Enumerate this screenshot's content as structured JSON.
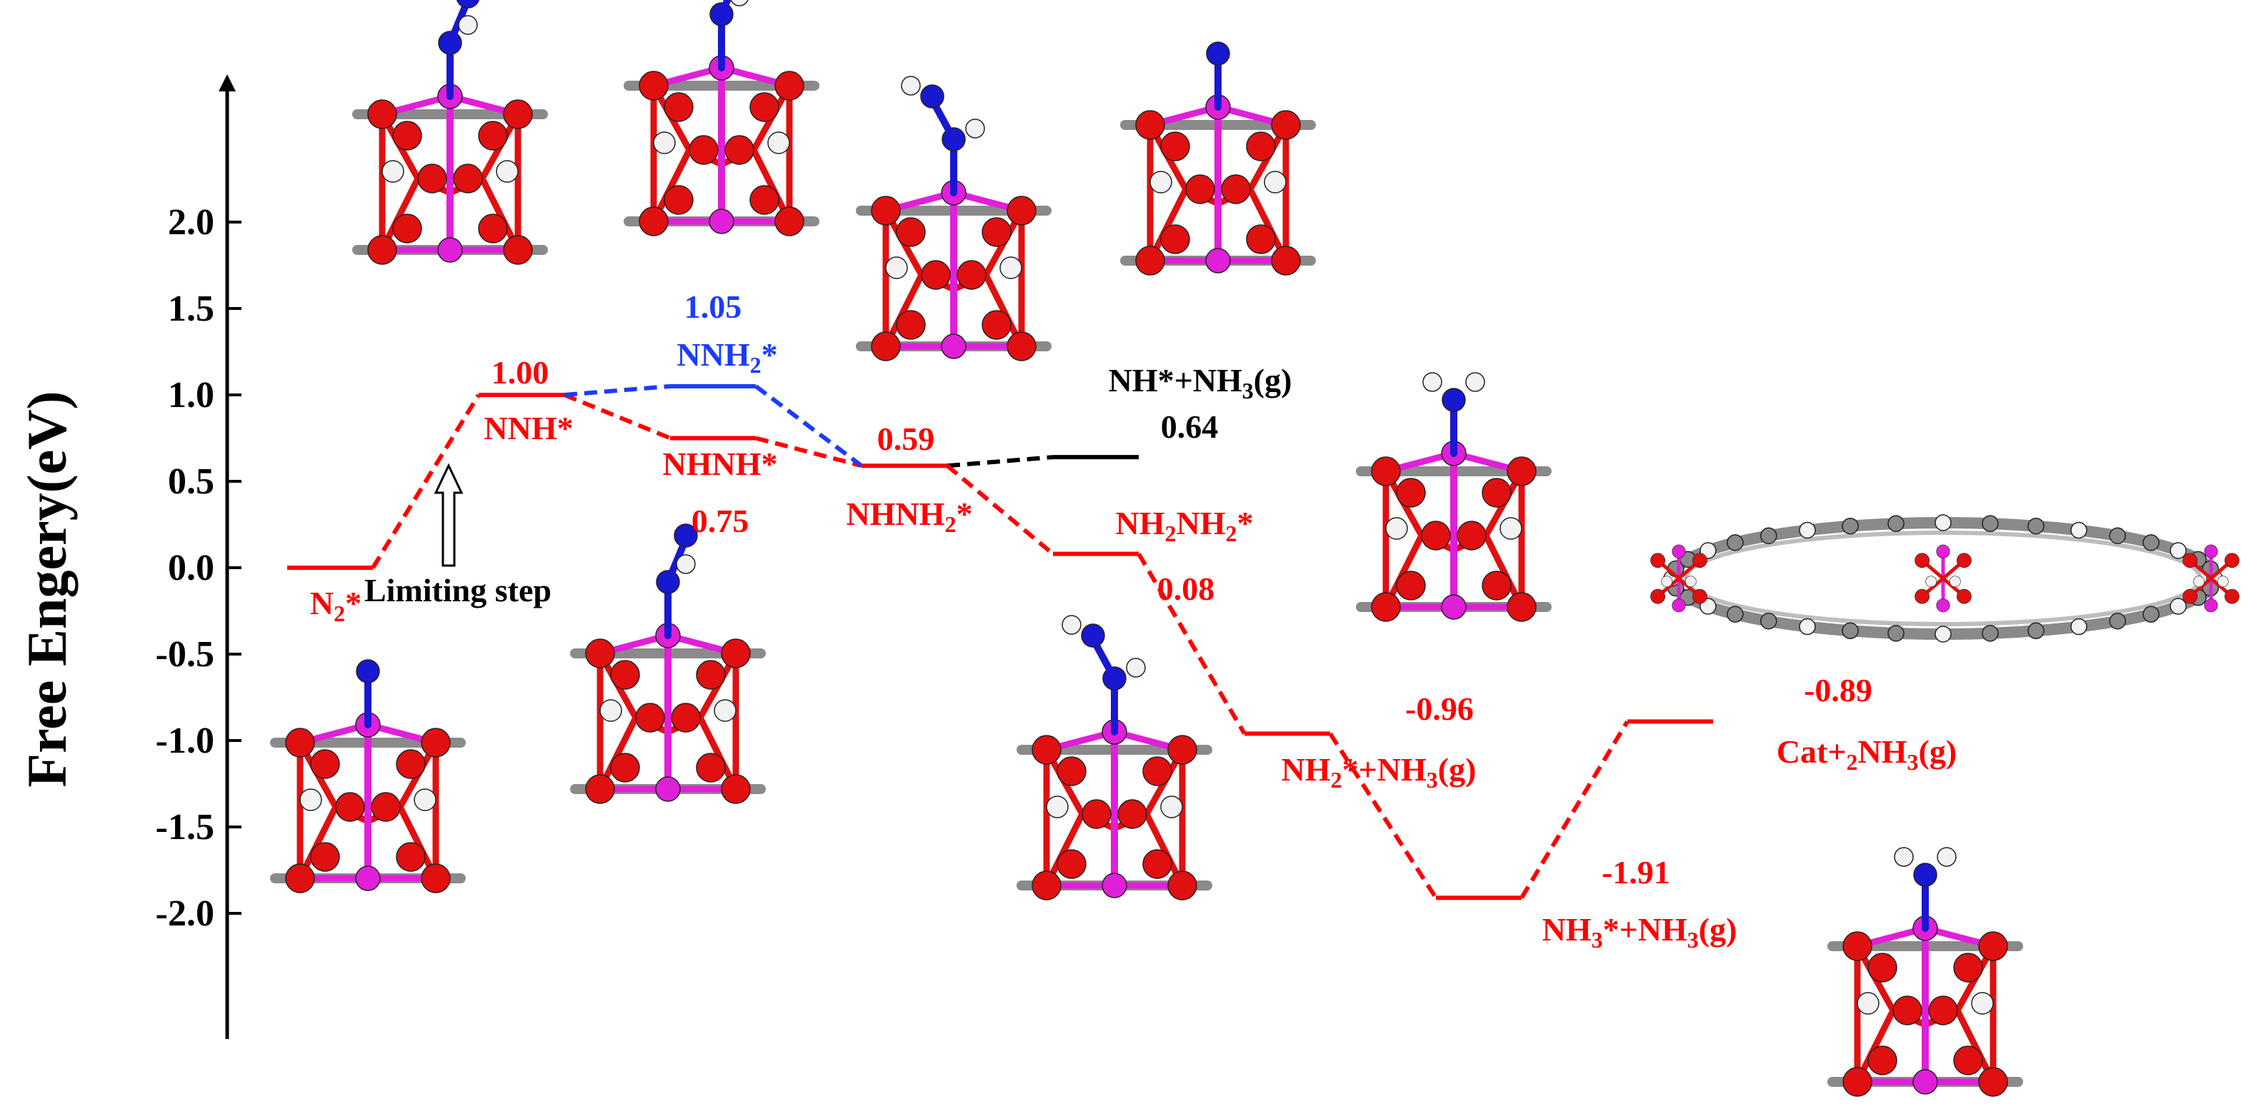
{
  "chart_data": {
    "type": "line",
    "ylabel": "Free Engery(eV)",
    "yticks": [
      "2.0",
      "1.5",
      "1.0",
      "0.5",
      "0.0",
      "-0.5",
      "-1.0",
      "-1.5",
      "-2.0"
    ],
    "ytick_values": [
      2.0,
      1.5,
      1.0,
      0.5,
      0.0,
      -0.5,
      -1.0,
      -1.5,
      -2.0
    ],
    "ylim": [
      -2.6,
      2.8
    ],
    "colors": {
      "main": "#ff0000",
      "alt": "#1a3cff",
      "side": "#000000"
    },
    "states": [
      {
        "id": "n2",
        "name": "N2*",
        "energy": 0.0,
        "value_label": "",
        "pos": 0,
        "color": "main"
      },
      {
        "id": "nnh",
        "name": "NNH*",
        "energy": 1.0,
        "value_label": "1.00",
        "pos": 1,
        "color": "main"
      },
      {
        "id": "nhnh",
        "name": "NHNH*",
        "energy": 0.75,
        "value_label": "0.75",
        "pos": 2,
        "color": "main"
      },
      {
        "id": "nnh2",
        "name": "NNH2*",
        "energy": 1.05,
        "value_label": "1.05",
        "pos": 2,
        "color": "alt"
      },
      {
        "id": "nhnh2",
        "name": "NHNH2*",
        "energy": 0.59,
        "value_label": "0.59",
        "pos": 3,
        "color": "main"
      },
      {
        "id": "nh_nh3",
        "name": "NH*+NH3(g)",
        "energy": 0.64,
        "value_label": "0.64",
        "pos": 4,
        "color": "side"
      },
      {
        "id": "nh2nh2",
        "name": "NH2NH2*",
        "energy": 0.08,
        "value_label": "0.08",
        "pos": 4,
        "color": "main"
      },
      {
        "id": "nh2_nh3",
        "name": "NH2*+NH3(g)",
        "energy": -0.96,
        "value_label": "-0.96",
        "pos": 5,
        "color": "main"
      },
      {
        "id": "nh3_nh3",
        "name": "NH3*+NH3(g)",
        "energy": -1.91,
        "value_label": "-1.91",
        "pos": 6,
        "color": "main"
      },
      {
        "id": "cat",
        "name": "Cat+2NH3(g)",
        "energy": -0.89,
        "value_label": "-0.89",
        "pos": 7,
        "color": "main"
      }
    ],
    "connections": [
      {
        "from": "n2",
        "to": "nnh",
        "color": "main"
      },
      {
        "from": "nnh",
        "to": "nhnh",
        "color": "main"
      },
      {
        "from": "nnh",
        "to": "nnh2",
        "color": "alt"
      },
      {
        "from": "nhnh",
        "to": "nhnh2",
        "color": "main"
      },
      {
        "from": "nnh2",
        "to": "nhnh2",
        "color": "alt"
      },
      {
        "from": "nhnh2",
        "to": "nh_nh3",
        "color": "side"
      },
      {
        "from": "nhnh2",
        "to": "nh2nh2",
        "color": "main"
      },
      {
        "from": "nh2nh2",
        "to": "nh2_nh3",
        "color": "main"
      },
      {
        "from": "nh2_nh3",
        "to": "nh3_nh3",
        "color": "main"
      },
      {
        "from": "nh3_nh3",
        "to": "cat",
        "color": "main"
      }
    ],
    "annotation": {
      "text": "Limiting step"
    },
    "structures": [
      {
        "id": "structure-n2"
      },
      {
        "id": "structure-nnh"
      },
      {
        "id": "structure-nhnh"
      },
      {
        "id": "structure-nnh2"
      },
      {
        "id": "structure-nhnh2"
      },
      {
        "id": "structure-nh-nh3"
      },
      {
        "id": "structure-nh2nh2"
      },
      {
        "id": "structure-nh2"
      },
      {
        "id": "structure-catalyst"
      },
      {
        "id": "structure-nh3"
      }
    ]
  }
}
